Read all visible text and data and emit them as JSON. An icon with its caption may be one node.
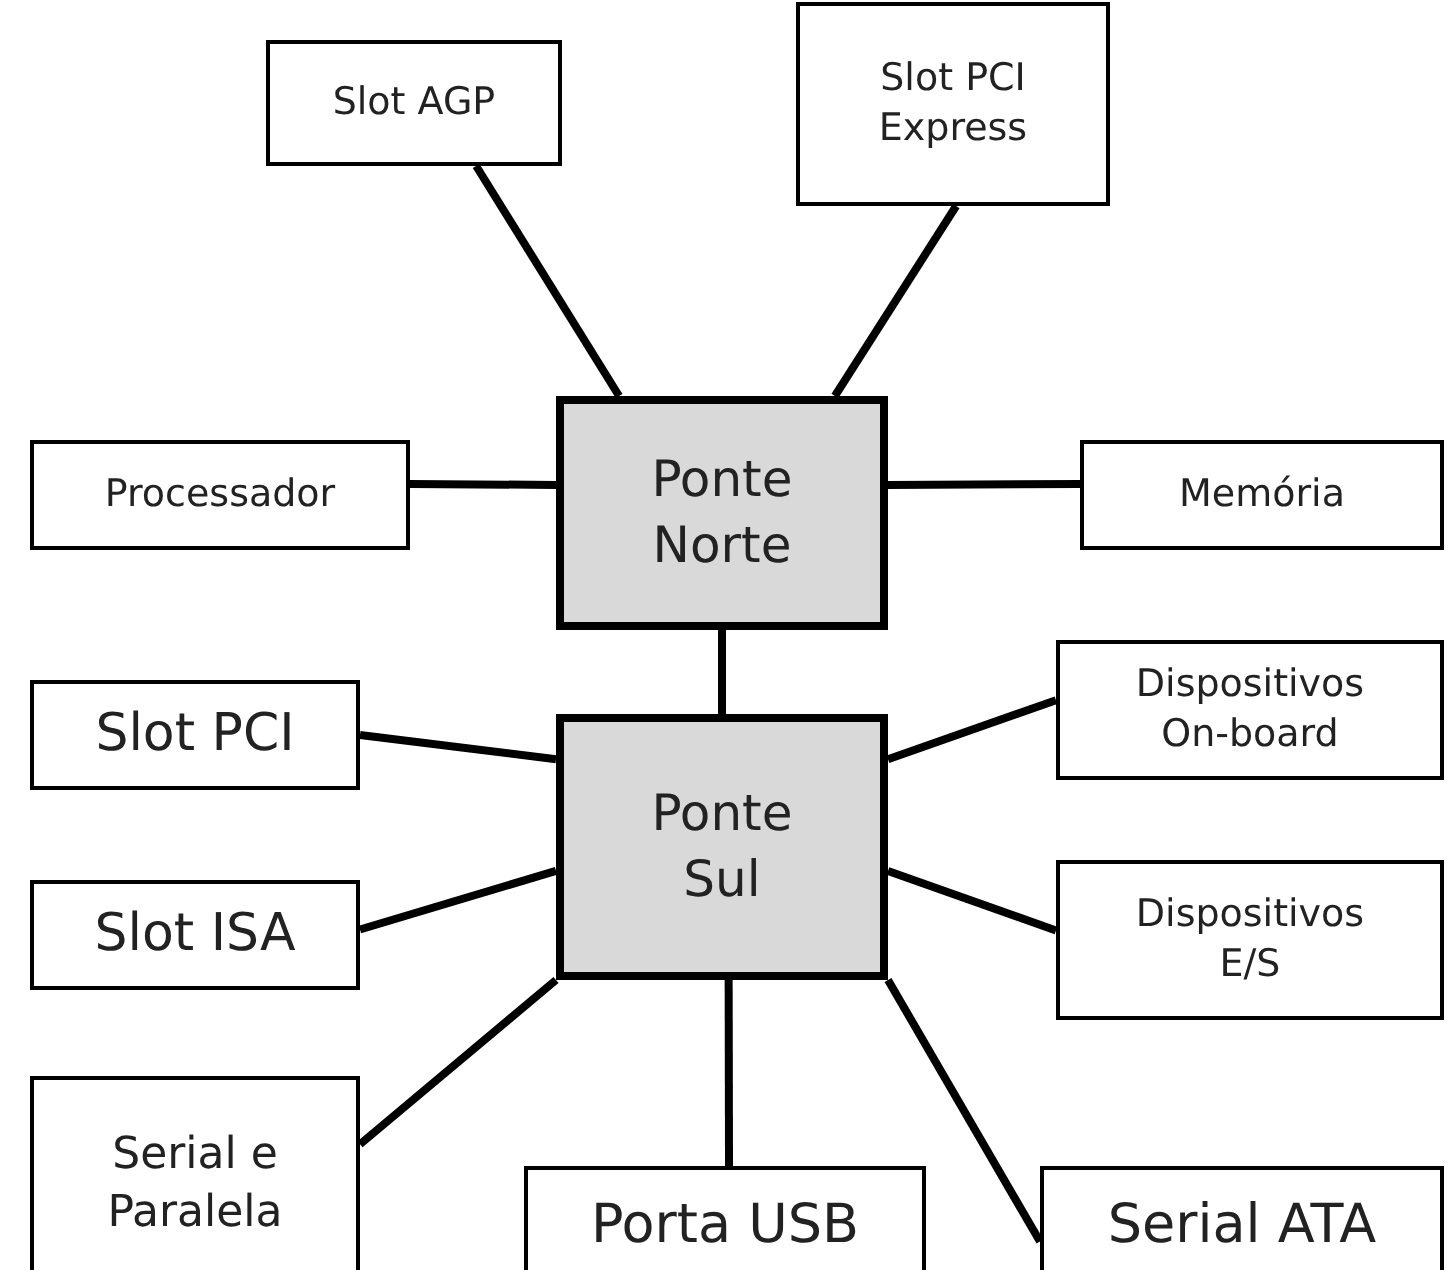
{
  "diagram": {
    "nodes": [
      {
        "text": [
          "Slot AGP"
        ]
      },
      {
        "text": [
          "Slot PCI Express"
        ]
      },
      {
        "text": [
          "Processador"
        ]
      },
      {
        "text": [
          "Ponte Norte"
        ]
      },
      {
        "text": [
          "Memória"
        ]
      },
      {
        "text": [
          "Slot PCI"
        ]
      },
      {
        "text": [
          "Dispositivos On-board"
        ]
      },
      {
        "text": [
          "Ponte Sul"
        ]
      },
      {
        "text": [
          "Slot ISA"
        ]
      },
      {
        "text": [
          "Dispositivos E/S"
        ]
      },
      {
        "text": [
          "Serial e Paralela"
        ]
      },
      {
        "text": [
          "Porta USB"
        ]
      },
      {
        "text": [
          "Serial ATA"
        ]
      }
    ],
    "edges": [
      {
        "from": 3,
        "to": 0,
        "arrow": "none"
      },
      {
        "from": 3,
        "to": 1,
        "arrow": "none"
      },
      {
        "from": 3,
        "to": 2,
        "arrow": "none"
      },
      {
        "from": 3,
        "to": 4,
        "arrow": "none"
      },
      {
        "from": 3,
        "to": 7,
        "arrow": "none"
      },
      {
        "from": 7,
        "to": 5,
        "arrow": "none"
      },
      {
        "from": 7,
        "to": 6,
        "arrow": "none"
      },
      {
        "from": 7,
        "to": 8,
        "arrow": "none"
      },
      {
        "from": 7,
        "to": 9,
        "arrow": "none"
      },
      {
        "from": 7,
        "to": 10,
        "arrow": "none"
      },
      {
        "from": 7,
        "to": 11,
        "arrow": "none"
      },
      {
        "from": 7,
        "to": 12,
        "arrow": "none"
      }
    ]
  }
}
